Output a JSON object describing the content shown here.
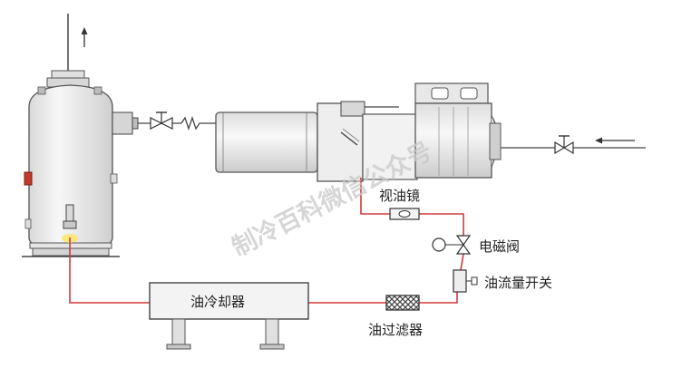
{
  "labels": {
    "sight_glass": "视油镜",
    "solenoid_valve": "电磁阀",
    "oil_flow_switch": "油流量开关",
    "oil_cooler": "油冷却器",
    "oil_filter": "油过滤器"
  },
  "watermark": "制冷百科微信公众号",
  "colors": {
    "oil_line": "#d23a3a",
    "equipment_stroke": "#4a4a4a",
    "equipment_fill": "#f2f2f2",
    "label_text": "#222222",
    "watermark": "#c8c8c8"
  }
}
